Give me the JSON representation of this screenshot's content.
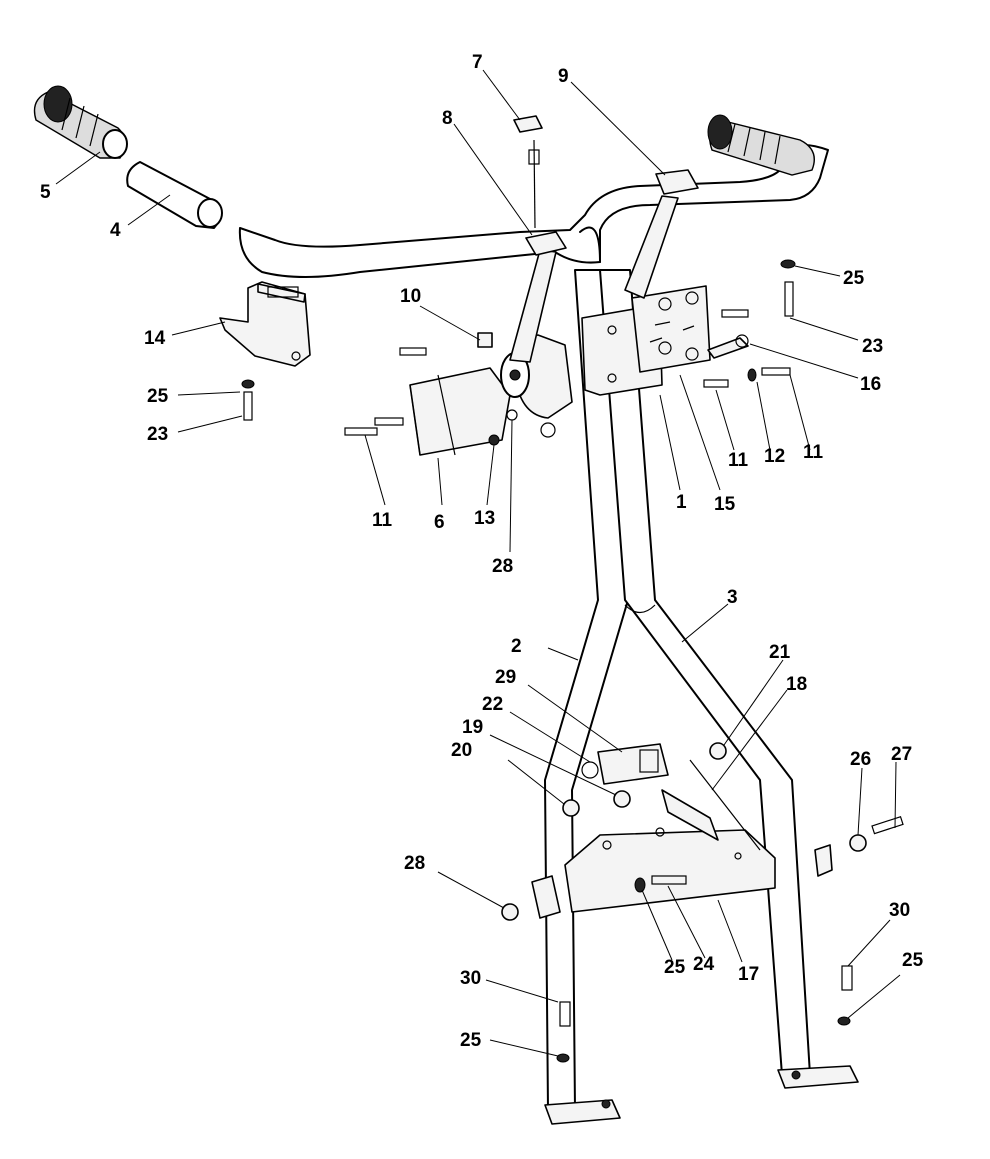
{
  "diagram": {
    "callouts": [
      {
        "id": "c5",
        "text": "5"
      },
      {
        "id": "c4",
        "text": "4"
      },
      {
        "id": "c7",
        "text": "7"
      },
      {
        "id": "c8",
        "text": "8"
      },
      {
        "id": "c9",
        "text": "9"
      },
      {
        "id": "c25a",
        "text": "25"
      },
      {
        "id": "c23a",
        "text": "23"
      },
      {
        "id": "c16",
        "text": "16"
      },
      {
        "id": "c10",
        "text": "10"
      },
      {
        "id": "c14",
        "text": "14"
      },
      {
        "id": "c25b",
        "text": "25"
      },
      {
        "id": "c23b",
        "text": "23"
      },
      {
        "id": "c11a",
        "text": "11"
      },
      {
        "id": "c12",
        "text": "12"
      },
      {
        "id": "c11b",
        "text": "11"
      },
      {
        "id": "c11c",
        "text": "11"
      },
      {
        "id": "c6",
        "text": "6"
      },
      {
        "id": "c13",
        "text": "13"
      },
      {
        "id": "c1",
        "text": "1"
      },
      {
        "id": "c15",
        "text": "15"
      },
      {
        "id": "c28a",
        "text": "28"
      },
      {
        "id": "c3",
        "text": "3"
      },
      {
        "id": "c2",
        "text": "2"
      },
      {
        "id": "c21",
        "text": "21"
      },
      {
        "id": "c18",
        "text": "18"
      },
      {
        "id": "c29",
        "text": "29"
      },
      {
        "id": "c22",
        "text": "22"
      },
      {
        "id": "c19",
        "text": "19"
      },
      {
        "id": "c20",
        "text": "20"
      },
      {
        "id": "c26",
        "text": "26"
      },
      {
        "id": "c27",
        "text": "27"
      },
      {
        "id": "c28b",
        "text": "28"
      },
      {
        "id": "c30a",
        "text": "30"
      },
      {
        "id": "c25c",
        "text": "25"
      },
      {
        "id": "c25d",
        "text": "25"
      },
      {
        "id": "c24",
        "text": "24"
      },
      {
        "id": "c17",
        "text": "17"
      },
      {
        "id": "c30b",
        "text": "30"
      },
      {
        "id": "c25e",
        "text": "25"
      }
    ]
  }
}
